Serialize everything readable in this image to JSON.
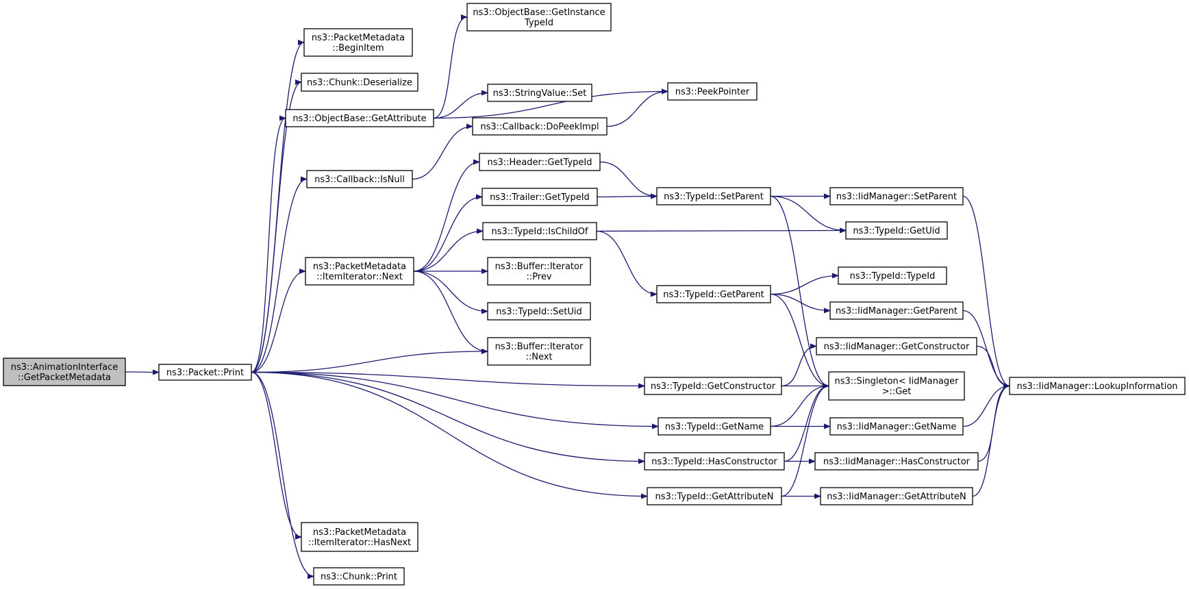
{
  "graph": {
    "root": "AnimationInterface_GetPacketMetadata",
    "edge_color": "#191970",
    "root_fill": "#bfbfbf",
    "nodes": [
      {
        "id": "AnimationInterface_GetPacketMetadata",
        "lines": [
          "ns3::AnimationInterface",
          "::GetPacketMetadata"
        ]
      },
      {
        "id": "Packet_Print",
        "lines": [
          "ns3::Packet::Print"
        ]
      },
      {
        "id": "PacketMetadata_BeginItem",
        "lines": [
          "ns3::PacketMetadata",
          "::BeginItem"
        ]
      },
      {
        "id": "Chunk_Deserialize",
        "lines": [
          "ns3::Chunk::Deserialize"
        ]
      },
      {
        "id": "ObjectBase_GetAttribute",
        "lines": [
          "ns3::ObjectBase::GetAttribute"
        ]
      },
      {
        "id": "Callback_IsNull",
        "lines": [
          "ns3::Callback::IsNull"
        ]
      },
      {
        "id": "ItemIterator_Next",
        "lines": [
          "ns3::PacketMetadata",
          "::ItemIterator::Next"
        ]
      },
      {
        "id": "ItemIterator_HasNext",
        "lines": [
          "ns3::PacketMetadata",
          "::ItemIterator::HasNext"
        ]
      },
      {
        "id": "Chunk_Print",
        "lines": [
          "ns3::Chunk::Print"
        ]
      },
      {
        "id": "ObjectBase_GetInstanceTypeId",
        "lines": [
          "ns3::ObjectBase::GetInstance",
          "TypeId"
        ]
      },
      {
        "id": "StringValue_Set",
        "lines": [
          "ns3::StringValue::Set"
        ]
      },
      {
        "id": "Callback_DoPeekImpl",
        "lines": [
          "ns3::Callback::DoPeekImpl"
        ]
      },
      {
        "id": "Header_GetTypeId",
        "lines": [
          "ns3::Header::GetTypeId"
        ]
      },
      {
        "id": "Trailer_GetTypeId",
        "lines": [
          "ns3::Trailer::GetTypeId"
        ]
      },
      {
        "id": "TypeId_IsChildOf",
        "lines": [
          "ns3::TypeId::IsChildOf"
        ]
      },
      {
        "id": "BufferIterator_Prev",
        "lines": [
          "ns3::Buffer::Iterator",
          "::Prev"
        ]
      },
      {
        "id": "TypeId_SetUid",
        "lines": [
          "ns3::TypeId::SetUid"
        ]
      },
      {
        "id": "BufferIterator_Next",
        "lines": [
          "ns3::Buffer::Iterator",
          "::Next"
        ]
      },
      {
        "id": "PeekPointer",
        "lines": [
          "ns3::PeekPointer"
        ]
      },
      {
        "id": "TypeId_SetParent",
        "lines": [
          "ns3::TypeId::SetParent"
        ]
      },
      {
        "id": "TypeId_GetParent",
        "lines": [
          "ns3::TypeId::GetParent"
        ]
      },
      {
        "id": "TypeId_GetConstructor",
        "lines": [
          "ns3::TypeId::GetConstructor"
        ]
      },
      {
        "id": "TypeId_GetName",
        "lines": [
          "ns3::TypeId::GetName"
        ]
      },
      {
        "id": "TypeId_HasConstructor",
        "lines": [
          "ns3::TypeId::HasConstructor"
        ]
      },
      {
        "id": "TypeId_GetAttributeN",
        "lines": [
          "ns3::TypeId::GetAttributeN"
        ]
      },
      {
        "id": "IidManager_SetParent",
        "lines": [
          "ns3::IidManager::SetParent"
        ]
      },
      {
        "id": "TypeId_GetUid",
        "lines": [
          "ns3::TypeId::GetUid"
        ]
      },
      {
        "id": "TypeId_TypeId",
        "lines": [
          "ns3::TypeId::TypeId"
        ]
      },
      {
        "id": "IidManager_GetParent",
        "lines": [
          "ns3::IidManager::GetParent"
        ]
      },
      {
        "id": "IidManager_GetConstructor",
        "lines": [
          "ns3::IidManager::GetConstructor"
        ]
      },
      {
        "id": "Singleton_Get",
        "lines": [
          "ns3::Singleton< IidManager",
          " >::Get"
        ]
      },
      {
        "id": "IidManager_GetName",
        "lines": [
          "ns3::IidManager::GetName"
        ]
      },
      {
        "id": "IidManager_HasConstructor",
        "lines": [
          "ns3::IidManager::HasConstructor"
        ]
      },
      {
        "id": "IidManager_GetAttributeN",
        "lines": [
          "ns3::IidManager::GetAttributeN"
        ]
      },
      {
        "id": "IidManager_LookupInformation",
        "lines": [
          "ns3::IidManager::LookupInformation"
        ]
      }
    ],
    "edges": [
      [
        "AnimationInterface_GetPacketMetadata",
        "Packet_Print"
      ],
      [
        "Packet_Print",
        "PacketMetadata_BeginItem"
      ],
      [
        "Packet_Print",
        "Chunk_Deserialize"
      ],
      [
        "Packet_Print",
        "ObjectBase_GetAttribute"
      ],
      [
        "Packet_Print",
        "Callback_IsNull"
      ],
      [
        "Packet_Print",
        "ItemIterator_Next"
      ],
      [
        "Packet_Print",
        "BufferIterator_Next"
      ],
      [
        "Packet_Print",
        "TypeId_GetConstructor"
      ],
      [
        "Packet_Print",
        "TypeId_GetName"
      ],
      [
        "Packet_Print",
        "TypeId_HasConstructor"
      ],
      [
        "Packet_Print",
        "TypeId_GetAttributeN"
      ],
      [
        "Packet_Print",
        "ItemIterator_HasNext"
      ],
      [
        "Packet_Print",
        "Chunk_Print"
      ],
      [
        "ObjectBase_GetAttribute",
        "ObjectBase_GetInstanceTypeId"
      ],
      [
        "ObjectBase_GetAttribute",
        "StringValue_Set"
      ],
      [
        "ObjectBase_GetAttribute",
        "PeekPointer"
      ],
      [
        "Callback_IsNull",
        "Callback_DoPeekImpl"
      ],
      [
        "Callback_DoPeekImpl",
        "PeekPointer"
      ],
      [
        "ItemIterator_Next",
        "Header_GetTypeId"
      ],
      [
        "ItemIterator_Next",
        "Trailer_GetTypeId"
      ],
      [
        "ItemIterator_Next",
        "TypeId_IsChildOf"
      ],
      [
        "ItemIterator_Next",
        "BufferIterator_Prev"
      ],
      [
        "ItemIterator_Next",
        "TypeId_SetUid"
      ],
      [
        "ItemIterator_Next",
        "BufferIterator_Next"
      ],
      [
        "Header_GetTypeId",
        "TypeId_SetParent"
      ],
      [
        "Trailer_GetTypeId",
        "TypeId_SetParent"
      ],
      [
        "TypeId_IsChildOf",
        "TypeId_GetUid"
      ],
      [
        "TypeId_IsChildOf",
        "TypeId_GetParent"
      ],
      [
        "TypeId_SetParent",
        "IidManager_SetParent"
      ],
      [
        "TypeId_SetParent",
        "TypeId_GetUid"
      ],
      [
        "TypeId_SetParent",
        "Singleton_Get"
      ],
      [
        "TypeId_GetParent",
        "TypeId_TypeId"
      ],
      [
        "TypeId_GetParent",
        "IidManager_GetParent"
      ],
      [
        "TypeId_GetParent",
        "Singleton_Get"
      ],
      [
        "TypeId_GetConstructor",
        "IidManager_GetConstructor"
      ],
      [
        "TypeId_GetConstructor",
        "Singleton_Get"
      ],
      [
        "TypeId_GetName",
        "Singleton_Get"
      ],
      [
        "TypeId_GetName",
        "IidManager_GetName"
      ],
      [
        "TypeId_HasConstructor",
        "Singleton_Get"
      ],
      [
        "TypeId_HasConstructor",
        "IidManager_HasConstructor"
      ],
      [
        "TypeId_GetAttributeN",
        "Singleton_Get"
      ],
      [
        "TypeId_GetAttributeN",
        "IidManager_GetAttributeN"
      ],
      [
        "IidManager_SetParent",
        "IidManager_LookupInformation"
      ],
      [
        "IidManager_GetParent",
        "IidManager_LookupInformation"
      ],
      [
        "IidManager_GetConstructor",
        "IidManager_LookupInformation"
      ],
      [
        "IidManager_GetName",
        "IidManager_LookupInformation"
      ],
      [
        "IidManager_HasConstructor",
        "IidManager_LookupInformation"
      ],
      [
        "IidManager_GetAttributeN",
        "IidManager_LookupInformation"
      ]
    ]
  }
}
